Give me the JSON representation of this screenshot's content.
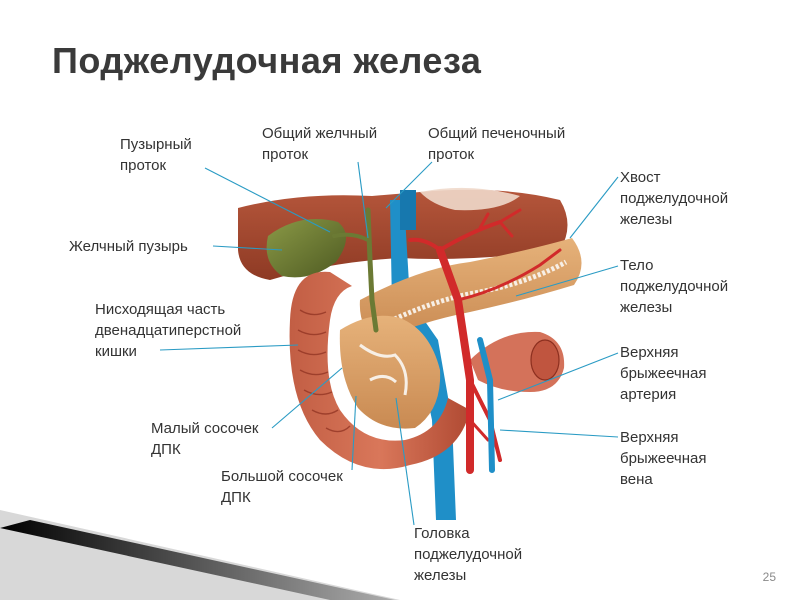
{
  "title": "Поджелудочная железа",
  "page_number": "25",
  "labels": {
    "cystic_duct": [
      "Пузырный",
      "проток"
    ],
    "common_bile_duct": [
      "Общий желчный",
      "проток"
    ],
    "common_hepatic_duct": [
      "Общий печеночный",
      "проток"
    ],
    "pancreas_tail": [
      "Хвост",
      "поджелудочной",
      "железы"
    ],
    "gallbladder": [
      "Желчный пузырь"
    ],
    "pancreas_body": [
      "Тело",
      "поджелудочной",
      "железы"
    ],
    "duodenum_descending": [
      "Нисходящая часть",
      "двенадцатиперстной",
      "кишки"
    ],
    "sma": [
      "Верхняя",
      "брыжеечная",
      "артерия"
    ],
    "minor_papilla": [
      "Малый сосочек",
      "ДПК"
    ],
    "smv": [
      "Верхняя",
      "брыжеечная",
      "вена"
    ],
    "major_papilla": [
      "Большой сосочек",
      "ДПК"
    ],
    "pancreas_head": [
      "Головка",
      "поджелудочной",
      "железы"
    ]
  },
  "colors": {
    "liver": "#a4452d",
    "duodenum": "#c0553f",
    "pancreas": "#d9a06a",
    "gallbladder": "#6b7a34",
    "vein": "#1f8fc8",
    "artery": "#d12a2a",
    "leader_line": "#2a9bc4"
  }
}
